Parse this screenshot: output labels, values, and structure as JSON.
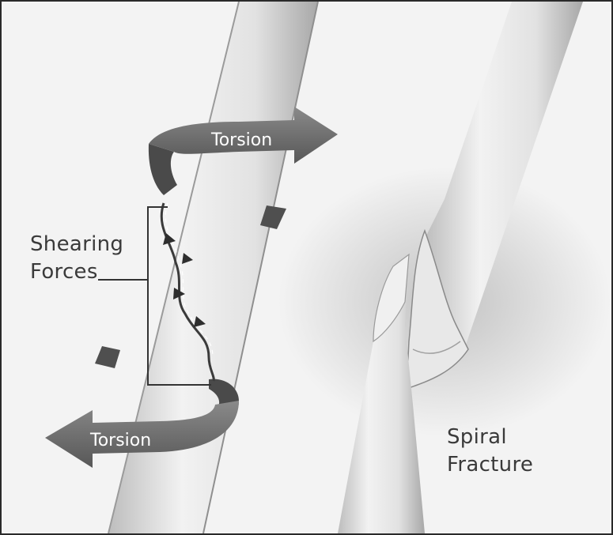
{
  "labels": {
    "torsion_top": "Torsion",
    "torsion_bottom": "Torsion",
    "shearing_line1": "Shearing",
    "shearing_line2": "Forces",
    "spiral_line1": "Spiral",
    "spiral_line2": "Fracture"
  },
  "colors": {
    "background": "#f3f3f3",
    "bone_light": "#eeeeee",
    "bone_shadow": "#b5b5b5",
    "arrow": "#6e6e6e",
    "text": "#3a3a3a"
  }
}
